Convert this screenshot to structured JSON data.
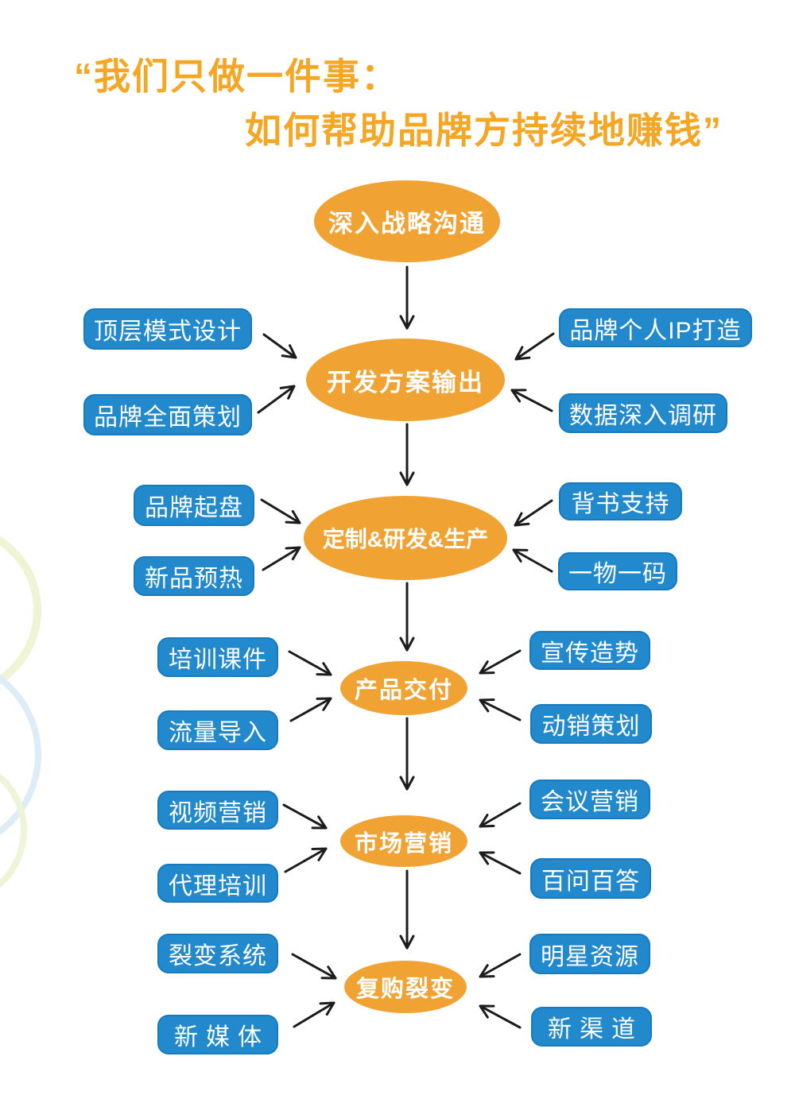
{
  "page": {
    "background": "#ffffff"
  },
  "title": {
    "line1": "“我们只做一件事：",
    "line2": "如何帮助品牌方持续地赚钱”",
    "color": "#F5A623"
  },
  "colors": {
    "stage_fill": "#F0A232",
    "tag_fill": "#2389CD",
    "tag_border": "#1779BE",
    "arrow": "#1C1C1C",
    "label_text": "#FFFFFF"
  },
  "flow": {
    "stages": [
      {
        "label": "深入战略沟通",
        "left": [],
        "right": []
      },
      {
        "label": "开发方案输出",
        "left": [
          "顶层模式设计",
          "品牌全面策划"
        ],
        "right": [
          "品牌个人IP打造",
          "数据深入调研"
        ]
      },
      {
        "label": "定制&研发&生产",
        "left": [
          "品牌起盘",
          "新品预热"
        ],
        "right": [
          "背书支持",
          "一物一码"
        ]
      },
      {
        "label": "产品交付",
        "left": [
          "培训课件",
          "流量导入"
        ],
        "right": [
          "宣传造势",
          "动销策划"
        ]
      },
      {
        "label": "市场营销",
        "left": [
          "视频营销",
          "代理培训"
        ],
        "right": [
          "会议营销",
          "百问百答"
        ]
      },
      {
        "label": "复购裂变",
        "left": [
          "裂变系统",
          "新媒体"
        ],
        "right": [
          "明星资源",
          "新渠道"
        ]
      }
    ]
  }
}
